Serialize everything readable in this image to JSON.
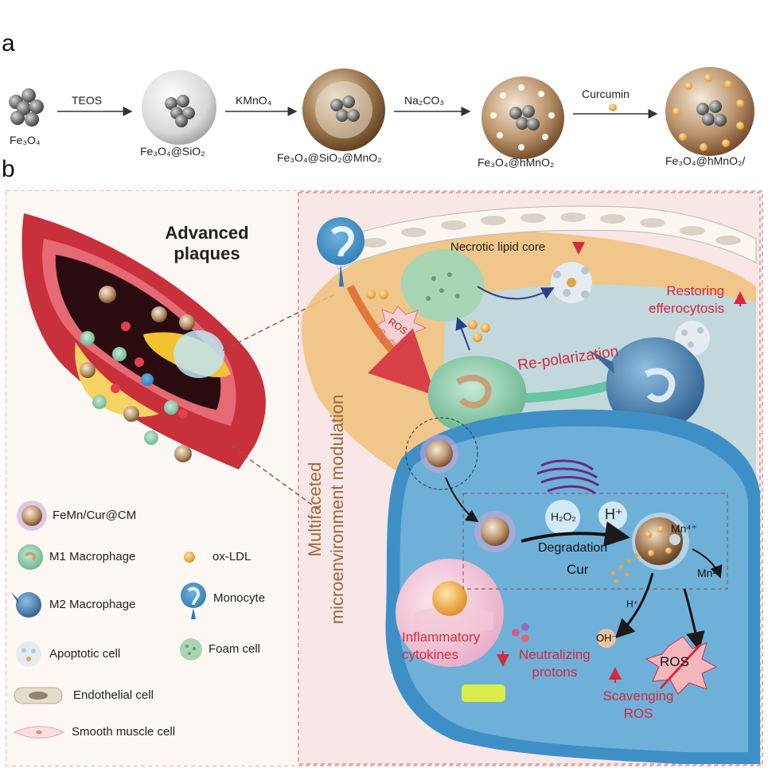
{
  "panel_a": {
    "label": "a",
    "steps": [
      {
        "arrow_label": "TEOS"
      },
      {
        "arrow_label": "KMnO₄"
      },
      {
        "arrow_label": "Na₂CO₃"
      },
      {
        "arrow_label": "Curcumin"
      }
    ],
    "materials": [
      "Fe₃O₄",
      "Fe₃O₄@SiO₂",
      "Fe₃O₄@SiO₂@MnO₂",
      "Fe₃O₄@hMnO₂",
      "Fe₃O₄@hMnO₂/"
    ]
  },
  "panel_b": {
    "label": "b",
    "vessel_title": "Advanced plaques",
    "vertical_label_line1": "Multifaceted",
    "vertical_label_line2": "microenvironment modulation",
    "necrotic_core": "Necrotic lipid core",
    "ros_burst": "ROS",
    "restoring_line1": "Restoring",
    "restoring_line2": "efferocytosis",
    "repolarization": "Re-polarization",
    "h2o2": "H₂O₂",
    "h_plus": "H⁺",
    "degradation": "Degradation",
    "mn4": "Mn⁴⁺",
    "mn2": "Mn²⁺",
    "cur": "Cur",
    "h_plus_small": "H⁺",
    "oh_minus": "OH⁻",
    "inflammatory_line1": "Inflammatory",
    "inflammatory_line2": "cytokines",
    "neutralizing_line1": "Neutralizing",
    "neutralizing_line2": "protons",
    "ros_crossed": "ROS",
    "scavenging_line1": "Scavenging",
    "scavenging_line2": "ROS"
  },
  "legend": {
    "nanoparticle": "FeMn/Cur@CM",
    "m1": "M1 Macrophage",
    "oxldl": "ox-LDL",
    "m2": "M2 Macrophage",
    "monocyte": "Monocyte",
    "apoptotic": "Apoptotic cell",
    "foam": "Foam cell",
    "endothelial": "Endothelial cell",
    "smooth_muscle": "Smooth muscle cell"
  },
  "colors": {
    "accent_red": "#d42a3c",
    "cell_blue": "#3f8fc7",
    "vessel_red": "#c8303c",
    "plaque_yellow": "#f2c230",
    "macrophage_green": "#7fc3a2"
  }
}
